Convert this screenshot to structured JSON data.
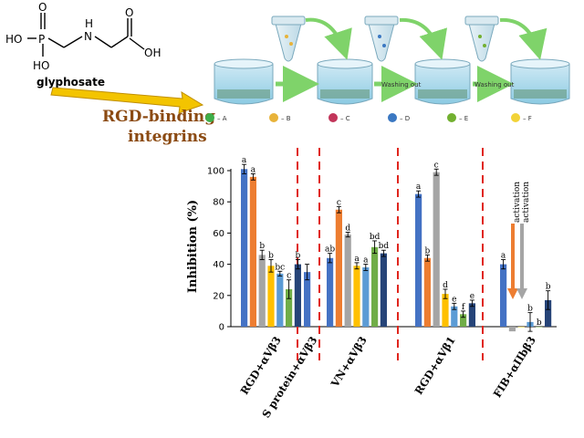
{
  "molecule": {
    "name": "glyphosate",
    "atoms": {
      "ho1": "HO",
      "o_top": "O",
      "p": "P",
      "ho2": "HO",
      "nh": "H",
      "n": "N",
      "o_acid": "O",
      "oh": "OH"
    }
  },
  "annotation": {
    "line1": "RGD-binding",
    "line2": "integrins"
  },
  "assay": {
    "keys": [
      {
        "letter": "– A",
        "color": "#3fae49"
      },
      {
        "letter": "– B",
        "color": "#e8b33a"
      },
      {
        "letter": "– C",
        "color": "#c2355a"
      },
      {
        "letter": "– D",
        "color": "#3b78c2"
      },
      {
        "letter": "– E",
        "color": "#72b030"
      },
      {
        "letter": "– F",
        "color": "#f2d338"
      }
    ],
    "wash_label": "Washing out"
  },
  "chart_data": {
    "type": "bar",
    "ylabel": "Inhibition (%)",
    "ylim": [
      0,
      100
    ],
    "yticks": [
      "0",
      "20",
      "40",
      "60",
      "80",
      "100"
    ],
    "bar_colors": [
      "#4472c4",
      "#ed7d31",
      "#a5a5a5",
      "#ffc000",
      "#5b9bd5",
      "#70ad47",
      "#264478"
    ],
    "groups": [
      {
        "label": "RGD+αVβ3",
        "bars": [
          {
            "value": 101,
            "err": 3,
            "sig": "a"
          },
          {
            "value": 96,
            "err": 2,
            "sig": "a"
          },
          {
            "value": 46,
            "err": 3,
            "sig": "b"
          },
          {
            "value": 39,
            "err": 4,
            "sig": "b"
          },
          {
            "value": 34,
            "err": 1.5,
            "sig": "bc"
          },
          {
            "value": 24,
            "err": 6,
            "sig": "c"
          },
          {
            "value": 40,
            "err": 3,
            "sig": "b"
          }
        ]
      },
      {
        "label": "S protein+αVβ3",
        "bars": [
          {
            "value": 35,
            "err": 5,
            "sig": ""
          }
        ]
      },
      {
        "label": "VN+αVβ3",
        "bars": [
          {
            "value": 44,
            "err": 3,
            "sig": "ab"
          },
          {
            "value": 75,
            "err": 2,
            "sig": "c"
          },
          {
            "value": 59,
            "err": 1.5,
            "sig": "d"
          },
          {
            "value": 39,
            "err": 2,
            "sig": "a"
          },
          {
            "value": 38,
            "err": 2,
            "sig": "a"
          },
          {
            "value": 51,
            "err": 4,
            "sig": "bd"
          },
          {
            "value": 47,
            "err": 2,
            "sig": "bd"
          }
        ]
      },
      {
        "label": "RGD+αVβ1",
        "bars": [
          {
            "value": 85,
            "err": 2,
            "sig": "a"
          },
          {
            "value": 44,
            "err": 2,
            "sig": "b"
          },
          {
            "value": 99,
            "err": 2,
            "sig": "c"
          },
          {
            "value": 21,
            "err": 3,
            "sig": "d"
          },
          {
            "value": 13,
            "err": 2,
            "sig": "e"
          },
          {
            "value": 8,
            "err": 2,
            "sig": "f"
          },
          {
            "value": 15,
            "err": 2,
            "sig": "e"
          }
        ]
      },
      {
        "label": "FIB+αIIbβ3",
        "bars": [
          {
            "value": 40,
            "err": 3,
            "sig": "a"
          },
          {
            "value": -3,
            "err": 0,
            "sig": ""
          },
          {
            "value": 0,
            "err": 0,
            "sig": ""
          },
          {
            "value": 3,
            "err": 6,
            "sig": "b"
          },
          {
            "value": 0,
            "err": 0,
            "sig": "b"
          },
          {
            "value": 17,
            "err": 6,
            "sig": "b"
          }
        ]
      }
    ],
    "annotations": [
      "activation",
      "activation"
    ]
  }
}
